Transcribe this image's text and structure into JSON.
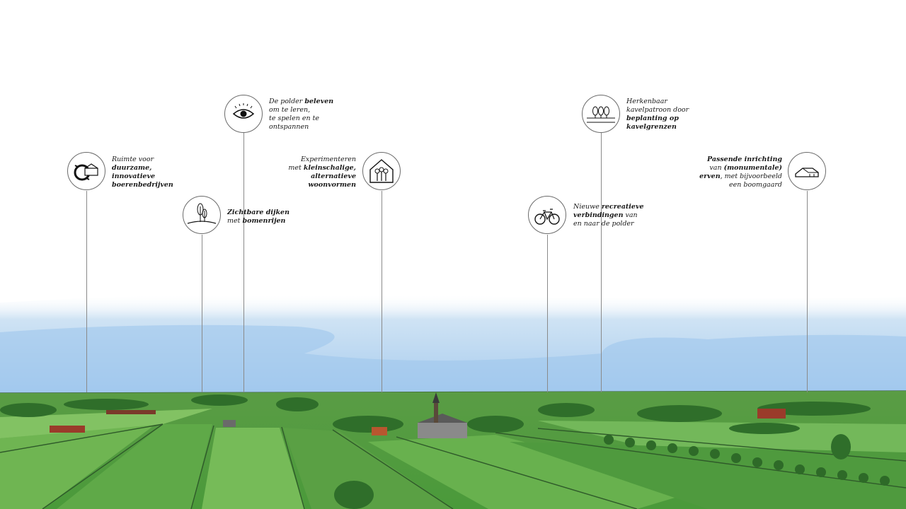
{
  "colors": {
    "sky": "#a9cdec",
    "field_light": "#7cbf5a",
    "field_dark": "#3f8a34",
    "tree": "#2f6e2a",
    "roof": "#8a3b2a"
  },
  "annotations": [
    {
      "icon": "recycle-farm-icon",
      "lines": [
        {
          "t": "Ruimte voor"
        },
        {
          "t": "duurzame,",
          "b": true
        },
        {
          "t": "innovatieve",
          "b": true
        },
        {
          "t": "boerenbedrijven",
          "b": true
        }
      ]
    },
    {
      "icon": "tree-dike-icon",
      "lines": [
        {
          "t": "Zichtbare dijken",
          "b": true,
          "rest": ""
        },
        {
          "t": "met ",
          "rest": "bomenrijen",
          "restb": true
        }
      ]
    },
    {
      "icon": "eye-icon",
      "lines": [
        {
          "t": "De polder ",
          "rest": "beleven",
          "restb": true
        },
        {
          "t": "om te leren,"
        },
        {
          "t": "te spelen en te"
        },
        {
          "t": "ontspannen"
        }
      ]
    },
    {
      "icon": "family-house-icon",
      "lines": [
        {
          "t": "Experimenteren"
        },
        {
          "t": "met ",
          "rest": "kleinschalige,",
          "restb": true
        },
        {
          "t": "alternatieve",
          "b": true
        },
        {
          "t": "woonvormen",
          "b": true
        }
      ]
    },
    {
      "icon": "bicycle-icon",
      "lines": [
        {
          "t": "Nieuwe ",
          "rest": "recreatieve",
          "restb": true
        },
        {
          "t": "verbindingen",
          "b": true,
          "rest": " van"
        },
        {
          "t": "en naar de polder"
        }
      ]
    },
    {
      "icon": "tree-plot-icon",
      "lines": [
        {
          "t": "Herkenbaar"
        },
        {
          "t": "kavelpatroon door"
        },
        {
          "t": "beplanting op",
          "b": true
        },
        {
          "t": "kavelgrenzen",
          "b": true
        }
      ]
    },
    {
      "icon": "farmstead-icon",
      "lines": [
        {
          "t": "Passende inrichting",
          "b": true
        },
        {
          "t": "van ",
          "rest": "(monumentale)",
          "restb": true
        },
        {
          "t": "erven",
          "b": true,
          "rest": ", met bijvoorbeeld"
        },
        {
          "t": "een boomgaard"
        }
      ]
    }
  ]
}
